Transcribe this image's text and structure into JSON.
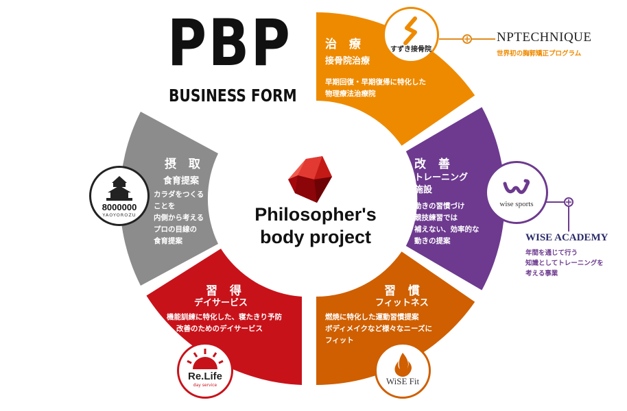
{
  "header": {
    "title": "PBP",
    "subtitle": "BUSINESS FORM"
  },
  "center": {
    "line1": "Philosopher's",
    "line2": "body project"
  },
  "segments": {
    "chiryo": {
      "title": "治 療",
      "subtitle": "接骨院治療",
      "desc": [
        "早期回復・早期復帰に特化した",
        "物理療法治療院"
      ],
      "color": "#ee8a00",
      "logo": "すずき接骨院"
    },
    "kaizen": {
      "title": "改 善",
      "subtitle": [
        "トレーニング",
        "施設"
      ],
      "desc": [
        "動きの習慣づけ",
        "競技練習では",
        "補えない、効率的な",
        "動きの提案"
      ],
      "color": "#6d3a8f",
      "logo": "wise sports"
    },
    "shukan": {
      "title": "習 慣",
      "subtitle": "フィットネス",
      "desc": [
        "燃焼に特化した運動習慣提案",
        "ボディメイクなど様々なニーズに",
        "フィット"
      ],
      "color": "#cf5f00",
      "logo": "WiSE Fit"
    },
    "shutoku": {
      "title": "習 得",
      "subtitle": "デイサービス",
      "desc": [
        "機能訓練に特化した、寝たきり予防",
        "改善のためのデイサービス"
      ],
      "color": "#c8121a",
      "logo": "Re.Life",
      "logo_sub": "day service"
    },
    "sesshu": {
      "title": "摂 取",
      "subtitle": "食育提案",
      "desc": [
        "カラダをつくる",
        "ことを",
        "内側から考える",
        "プロの目線の",
        "食育提案"
      ],
      "color": "#8c8c8c",
      "logo": "8000000",
      "logo_sub": "YAOYOROZU"
    }
  },
  "partners": {
    "np": {
      "name": "NPTECHNIQUE",
      "desc": "世界初の胸郭矯正プログラム"
    },
    "wise_academy": {
      "name": "WISE ACADEMY",
      "desc": [
        "年間を通じて行う",
        "知識としてトレーニングを",
        "考える事業"
      ]
    }
  }
}
